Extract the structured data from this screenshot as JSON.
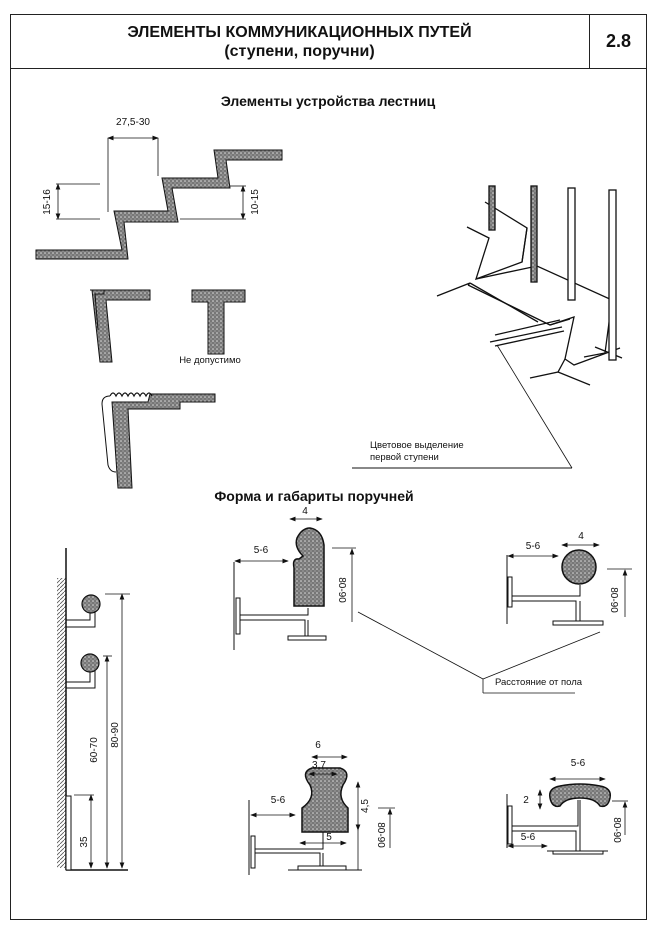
{
  "header": {
    "title_line1": "ЭЛЕМЕНТЫ КОММУНИКАЦИОННЫХ ПУТЕЙ",
    "title_line2": "(ступени, поручни)",
    "sheet_number": "2.8"
  },
  "section_stairs": {
    "title": "Элементы устройства лестниц",
    "tread_dim": "27,5-30",
    "riser_dim_left": "15-16",
    "riser_dim_right": "10-15",
    "not_allowed_label": "Не допустимо",
    "first_step_label_line1": "Цветовое выделение",
    "first_step_label_line2": "первой ступени"
  },
  "section_handrails": {
    "title": "Форма и габариты поручней",
    "wall_height_high": "80-90",
    "wall_height_low": "60-70",
    "wall_height_curb": "35",
    "profile1": {
      "width": "4",
      "offset": "5-6",
      "height": "80-90"
    },
    "profile2": {
      "width": "4",
      "offset": "5-6",
      "height": "80-90"
    },
    "floor_distance_label": "Расстояние от пола",
    "profile3": {
      "width_top": "6",
      "width_neck": "3,7",
      "width_base": "5",
      "offset": "5-6",
      "depth": "4,5",
      "height": "80-90"
    },
    "profile4": {
      "width": "5-6",
      "thickness": "2",
      "offset": "5-6",
      "height": "80-90"
    }
  }
}
